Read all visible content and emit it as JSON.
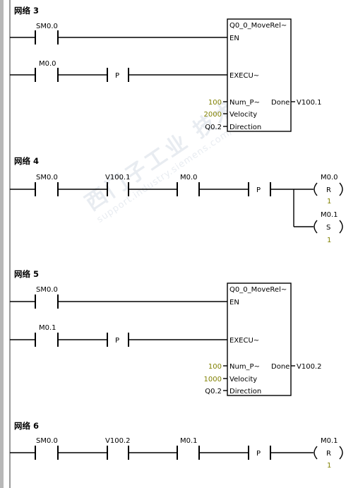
{
  "networks": [
    {
      "title": "网络 3",
      "contacts": [
        "SM0.0",
        "M0.0"
      ],
      "p_label": "P",
      "block": {
        "name": "Q0_0_MoveRel~",
        "pins": [
          "EN",
          "EXECU~",
          "Num_P~",
          "Velocity",
          "Direction"
        ],
        "values": [
          "100",
          "2000",
          "Q0.2"
        ],
        "output_pin": "Done",
        "output": "V100.1"
      }
    },
    {
      "title": "网络 4",
      "contacts": [
        "SM0.0",
        "V100.1",
        "M0.0"
      ],
      "p_label": "P",
      "coils": [
        {
          "address": "M0.0",
          "type": "R",
          "count": "1"
        },
        {
          "address": "M0.1",
          "type": "S",
          "count": "1"
        }
      ]
    },
    {
      "title": "网络 5",
      "contacts": [
        "SM0.0",
        "M0.1"
      ],
      "p_label": "P",
      "block": {
        "name": "Q0_0_MoveRel~",
        "pins": [
          "EN",
          "EXECU~",
          "Num_P~",
          "Velocity",
          "Direction"
        ],
        "values": [
          "100",
          "1000",
          "Q0.2"
        ],
        "output_pin": "Done",
        "output": "V100.2"
      }
    },
    {
      "title": "网络 6",
      "contacts": [
        "SM0.0",
        "V100.2",
        "M0.1"
      ],
      "p_label": "P",
      "coils": [
        {
          "address": "M0.1",
          "type": "R",
          "count": "1"
        }
      ]
    }
  ],
  "watermark": {
    "main": "西门子工业 技术论坛",
    "sub": "support.industry.siemens.com/cs"
  },
  "colors": {
    "background": "#ffffff",
    "line": "#000000",
    "value_text": "#808000",
    "power_rail": "#9a9a9a",
    "watermark": "#d7dde6"
  }
}
